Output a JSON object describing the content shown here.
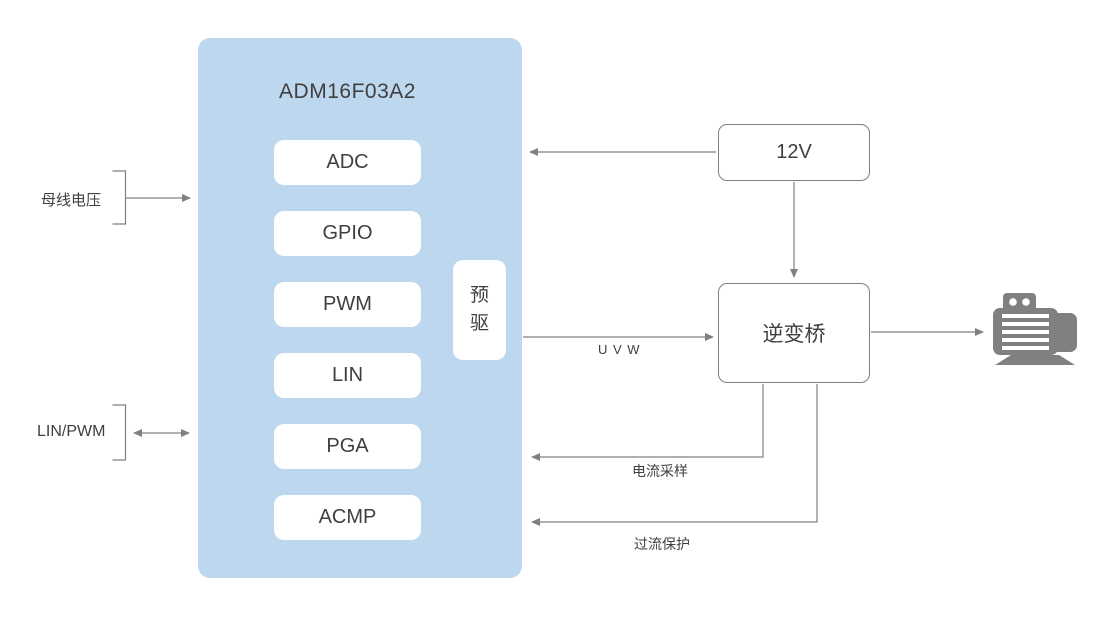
{
  "diagram": {
    "chip": {
      "title": "ADM16F03A2",
      "modules": [
        {
          "label": "ADC"
        },
        {
          "label": "GPIO"
        },
        {
          "label": "PWM"
        },
        {
          "label": "LIN"
        },
        {
          "label": "PGA"
        },
        {
          "label": "ACMP"
        }
      ],
      "predriver": {
        "label": "预驱"
      }
    },
    "external": {
      "supply": {
        "label": "12V"
      },
      "inverter": {
        "label": "逆变桥"
      },
      "motor": {
        "icon": "motor-icon"
      }
    },
    "inputs": {
      "bus_voltage": {
        "label": "母线电压"
      },
      "lin_pwm": {
        "label": "LIN/PWM"
      }
    },
    "connections": {
      "uvw": {
        "label": "U V W"
      },
      "current_sampling": {
        "label": "电流采样"
      },
      "overcurrent_protection": {
        "label": "过流保护"
      }
    },
    "colors": {
      "chip_fill": "#BDD7EE",
      "box_fill": "#FFFFFF",
      "box_border": "#7F7F7F",
      "line": "#808080",
      "text": "#3F3F3F",
      "motor": "#808080"
    }
  }
}
